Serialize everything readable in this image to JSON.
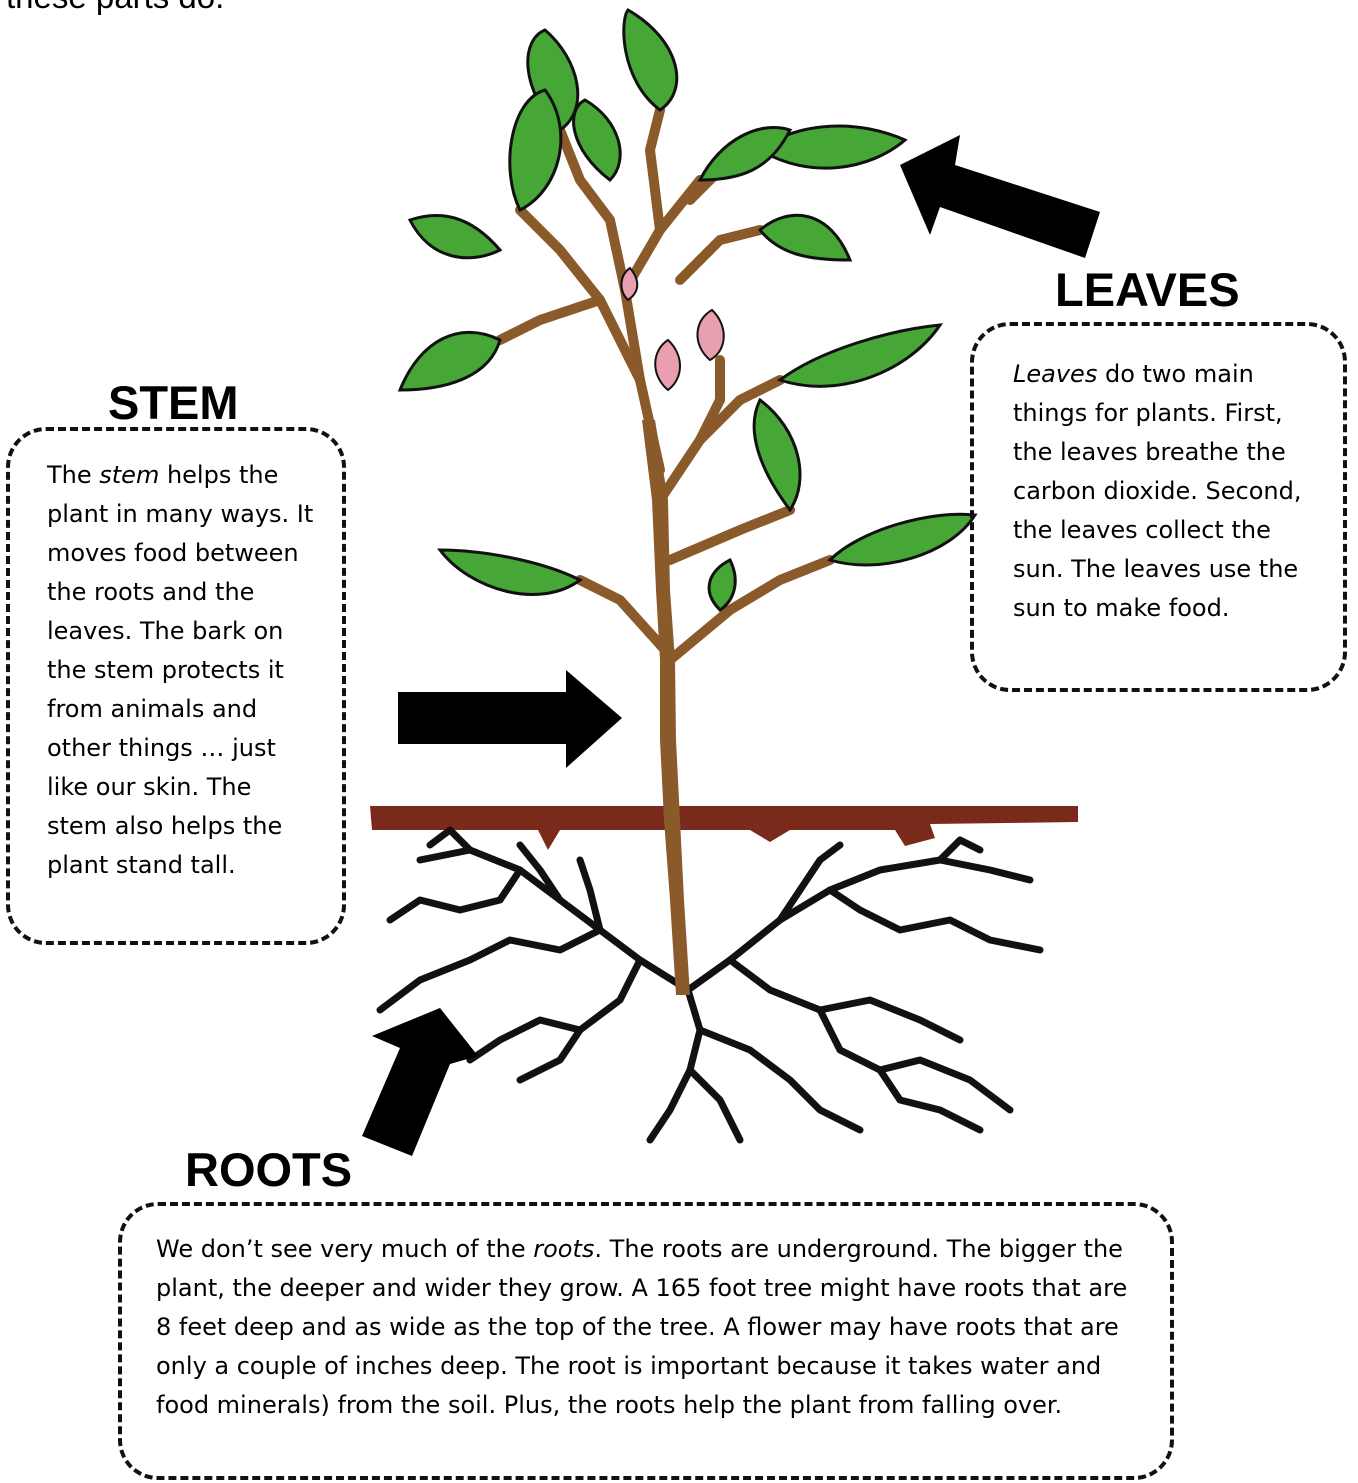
{
  "intro_text": "these parts do.",
  "colors": {
    "leaf": "#3f9a2f",
    "leaf_light": "#7ccc4c",
    "stem": "#8a5a2b",
    "soil": "#7a2a1a",
    "bud": "#d88a9a",
    "arrow": "#000000"
  },
  "sections": {
    "stem": {
      "heading": "STEM",
      "text_em": "stem",
      "text_before": "The ",
      "text_after": " helps the plant in many ways. It moves food between the roots and the leaves. The bark on the stem protects it from animals and other things … just like our skin. The stem also helps the plant stand tall."
    },
    "leaves": {
      "heading": "LEAVES",
      "text_em": "Leaves",
      "text_before": "",
      "text_after": " do two main things for plants. First, the leaves breathe the carbon dioxide. Second, the leaves collect the sun. The leaves use the sun to make food."
    },
    "roots": {
      "heading": "ROOTS",
      "text_before": "We don’t see very much of the ",
      "text_em": "roots",
      "text_after": ". The roots are underground. The bigger the plant, the deeper and wider they grow. A 165 foot tree might have roots that are 8 feet deep and as wide as the top of the tree. A flower may have roots that are only a couple of inches deep. The root is important because it takes water and food minerals) from the soil. Plus, the roots help the plant from falling over."
    }
  }
}
